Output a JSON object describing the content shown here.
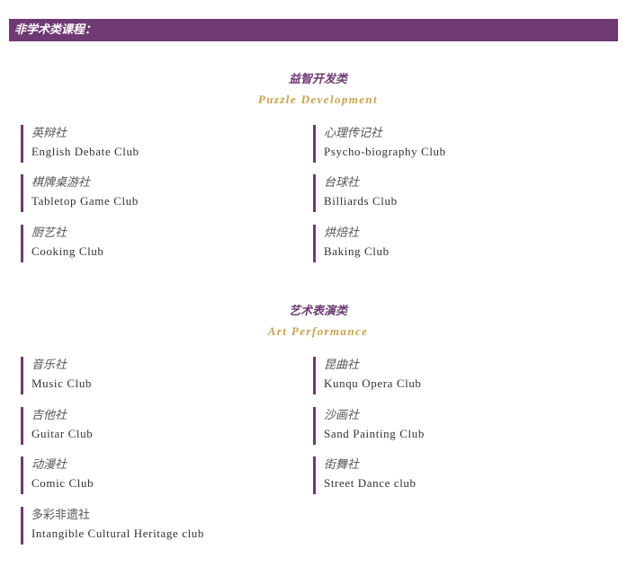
{
  "header": {
    "banner_text": "非学术类课程："
  },
  "sections": [
    {
      "title_zh": "益智开发类",
      "title_en": "Puzzle Development",
      "clubs": [
        {
          "zh": "英辩社",
          "en": "English Debate Club"
        },
        {
          "zh": "心理传记社",
          "en": "Psycho-biography Club"
        },
        {
          "zh": "棋牌桌游社",
          "en": "Tabletop Game Club"
        },
        {
          "zh": "台球社",
          "en": "Billiards Club"
        },
        {
          "zh": "厨艺社",
          "en": "Cooking Club"
        },
        {
          "zh": "烘焙社",
          "en": "Baking Club"
        }
      ]
    },
    {
      "title_zh": "艺术表演类",
      "title_en": "Art Performance",
      "clubs": [
        {
          "zh": "音乐社",
          "en": "Music Club"
        },
        {
          "zh": "昆曲社",
          "en": "Kunqu Opera Club"
        },
        {
          "zh": "吉他社",
          "en": "Guitar Club"
        },
        {
          "zh": "沙画社",
          "en": "Sand Painting Club"
        },
        {
          "zh": "动漫社",
          "en": "Comic Club"
        },
        {
          "zh": "街舞社",
          "en": "Street Dance club"
        },
        {
          "zh": "多彩非遗社",
          "en": "Intangible Cultural Heritage club"
        }
      ]
    }
  ],
  "colors": {
    "brand_purple": "#6f3a74",
    "accent_gold": "#c9a24c"
  }
}
